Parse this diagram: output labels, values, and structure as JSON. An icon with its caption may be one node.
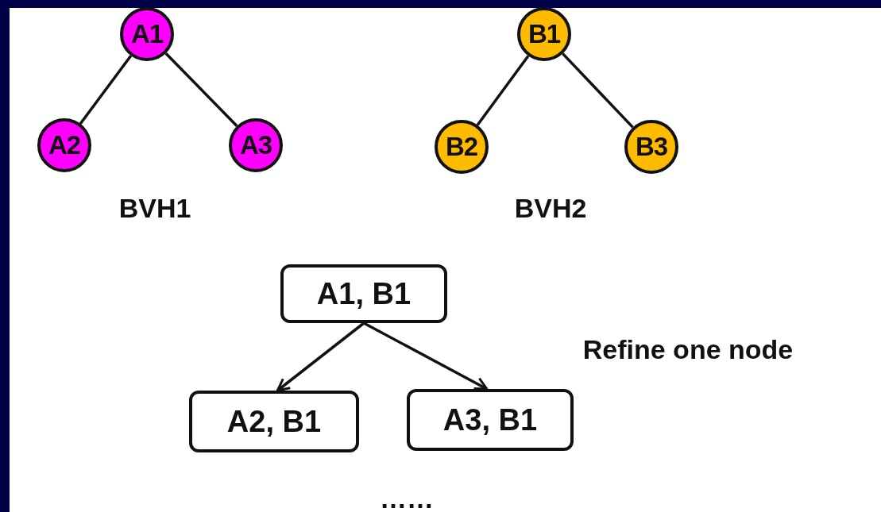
{
  "diagram": {
    "nodes": [
      {
        "text": [
          "A1"
        ]
      },
      {
        "text": [
          "B1"
        ]
      },
      {
        "text": [
          "A2"
        ]
      },
      {
        "text": [
          "A3"
        ]
      },
      {
        "text": [
          "B2"
        ]
      },
      {
        "text": [
          "B3"
        ]
      },
      {
        "text": [
          "A1, B1"
        ]
      },
      {
        "text": [
          "A2, B1"
        ]
      },
      {
        "text": [
          "A3, B1"
        ]
      }
    ],
    "edges": [
      {
        "from": 0,
        "to": 2,
        "arrow": "none"
      },
      {
        "from": 0,
        "to": 3,
        "arrow": "none"
      },
      {
        "from": 1,
        "to": 4,
        "arrow": "none"
      },
      {
        "from": 1,
        "to": 5,
        "arrow": "none"
      },
      {
        "from": 6,
        "to": 7,
        "arrow": "to"
      },
      {
        "from": 6,
        "to": 8,
        "arrow": "to"
      }
    ],
    "labels": [
      "BVH1",
      "BVH2",
      "Refine one node",
      "……"
    ]
  }
}
